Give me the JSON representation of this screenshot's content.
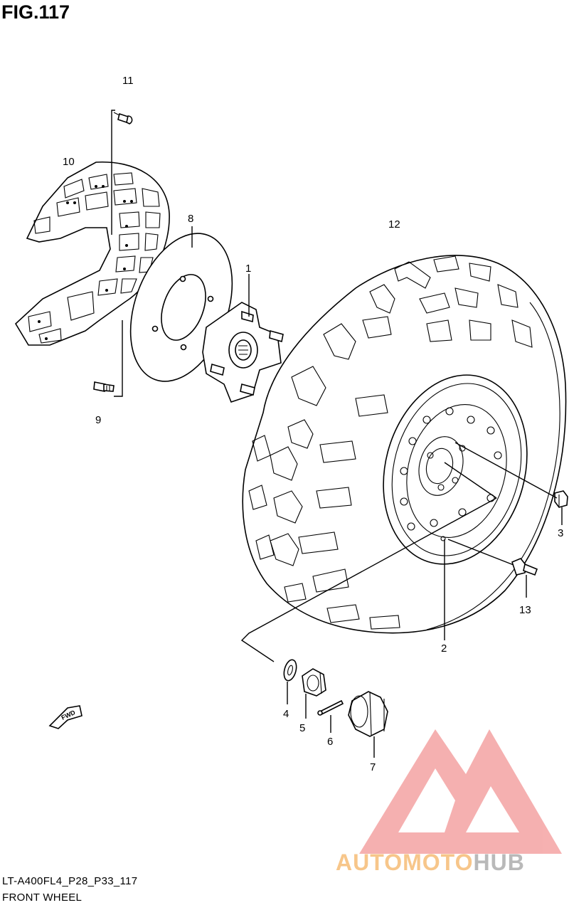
{
  "figure": {
    "title": "FIG.117",
    "code": "LT-A400FL4_P28_P33_117",
    "name": "FRONT WHEEL"
  },
  "callouts": {
    "c1": "1",
    "c2": "2",
    "c3": "3",
    "c4": "4",
    "c5": "5",
    "c6": "6",
    "c7": "7",
    "c8": "8",
    "c9": "9",
    "c10": "10",
    "c11": "11",
    "c12": "12",
    "c13": "13"
  },
  "direction_label": "FWD",
  "watermark": {
    "part1": "AUTOMOTO",
    "part2": "HUB",
    "color_logo": "#f4a3a3",
    "color_text_1": "#f7c68a",
    "color_text_2": "#b9b9b9"
  },
  "colors": {
    "line": "#000000",
    "background": "#ffffff"
  }
}
